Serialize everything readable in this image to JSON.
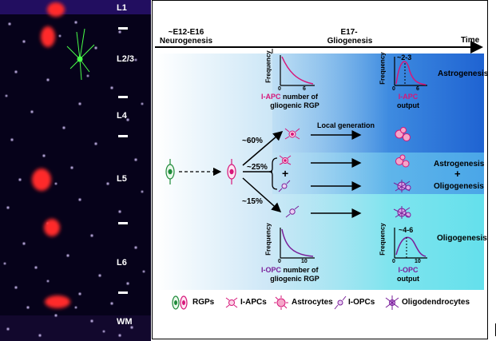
{
  "micrograph": {
    "layers": [
      "L1",
      "L2/3",
      "L4",
      "L5",
      "L6",
      "WM"
    ]
  },
  "timeline": {
    "neurogenesis_period": "~E12-E16",
    "neurogenesis_label": "Neurogenesis",
    "gliogenesis_period": "E17-",
    "gliogenesis_label": "Gliogenesis",
    "axis_label": "Time"
  },
  "plots": {
    "frequency_label": "Frequency",
    "apc_input": {
      "caption_colored": "I-APC",
      "caption_rest": " number of",
      "caption_line2": "gliogenic RGP",
      "ticks": [
        "0",
        "6"
      ]
    },
    "apc_output": {
      "peak_label": "~2-3",
      "caption_colored": "I-APC",
      "caption_line2": "output",
      "ticks": [
        "0",
        "6"
      ]
    },
    "opc_input": {
      "caption_colored": "I-OPC",
      "caption_rest": " number of",
      "caption_line2": "gliogenic RGP",
      "ticks": [
        "0",
        "10"
      ]
    },
    "opc_output": {
      "peak_label": "~4-6",
      "caption_colored": "I-OPC",
      "caption_line2": "output",
      "ticks": [
        "0",
        "10"
      ]
    }
  },
  "branches": {
    "top_percent": "~60%",
    "middle_percent": "~25%",
    "bottom_percent": "~15%",
    "plus_sign": "+",
    "local_generation": "Local generation"
  },
  "outcomes": {
    "astrogenesis": "Astrogenesis",
    "mixed_astro": "Astrogenesis",
    "mixed_plus": "+",
    "mixed_oligo": "Oligogenesis",
    "oligogenesis": "Oligogenesis"
  },
  "legend": {
    "rgps": "RGPs",
    "apcs": "I-APCs",
    "astrocytes": "Astrocytes",
    "opcs": "I-OPCs",
    "oligodendrocytes": "Oligodendrocytes"
  },
  "colors": {
    "pink": "#d6177a",
    "purple": "#7a1f9a",
    "green": "#1e8a3a",
    "band_dark": "#2470d8",
    "band_light": "#7ee6ea"
  }
}
